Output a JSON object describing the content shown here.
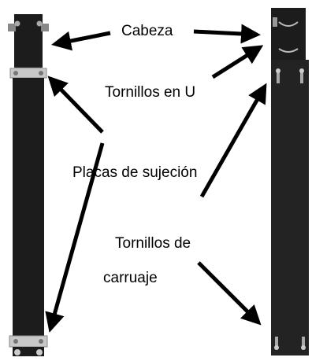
{
  "labels": {
    "head": "Cabeza",
    "u_bolts": "Tornillos en U",
    "clamp_plates": "Placas de sujeción",
    "carriage_bolts_line1": "Tornillos de",
    "carriage_bolts_line2": "carruaje"
  },
  "colors": {
    "strap": "#1c1c1c",
    "strap_edge": "#0a0a0a",
    "plate": "#c8c8c8",
    "arrow": "#000000",
    "background": "#ffffff"
  }
}
